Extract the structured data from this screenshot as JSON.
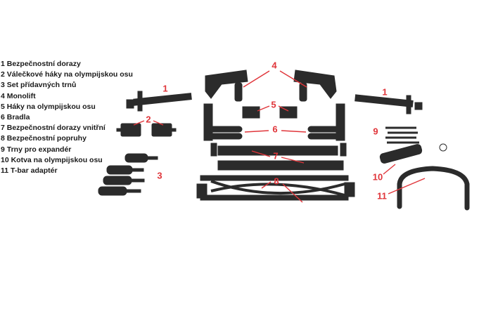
{
  "legend": [
    "1 Bezpečnostní dorazy",
    "2 Válečkové háky na olympijskou osu",
    "3 Set přídavných trnů",
    "4 Monolift",
    "5 Háky na olympijskou osu",
    "6 Bradla",
    "7 Bezpečnostní dorazy vnitřní",
    "8 Bezpečnostní popruhy",
    "9 Trny pro expandér",
    "10 Kotva na olympijskou osu",
    "11 T-bar adaptér"
  ],
  "callouts": [
    "1",
    "1",
    "2",
    "3",
    "4",
    "5",
    "6",
    "7",
    "8",
    "9",
    "10",
    "11"
  ],
  "colors": {
    "callout": "#e0353a",
    "part": "#2b2b2b"
  }
}
